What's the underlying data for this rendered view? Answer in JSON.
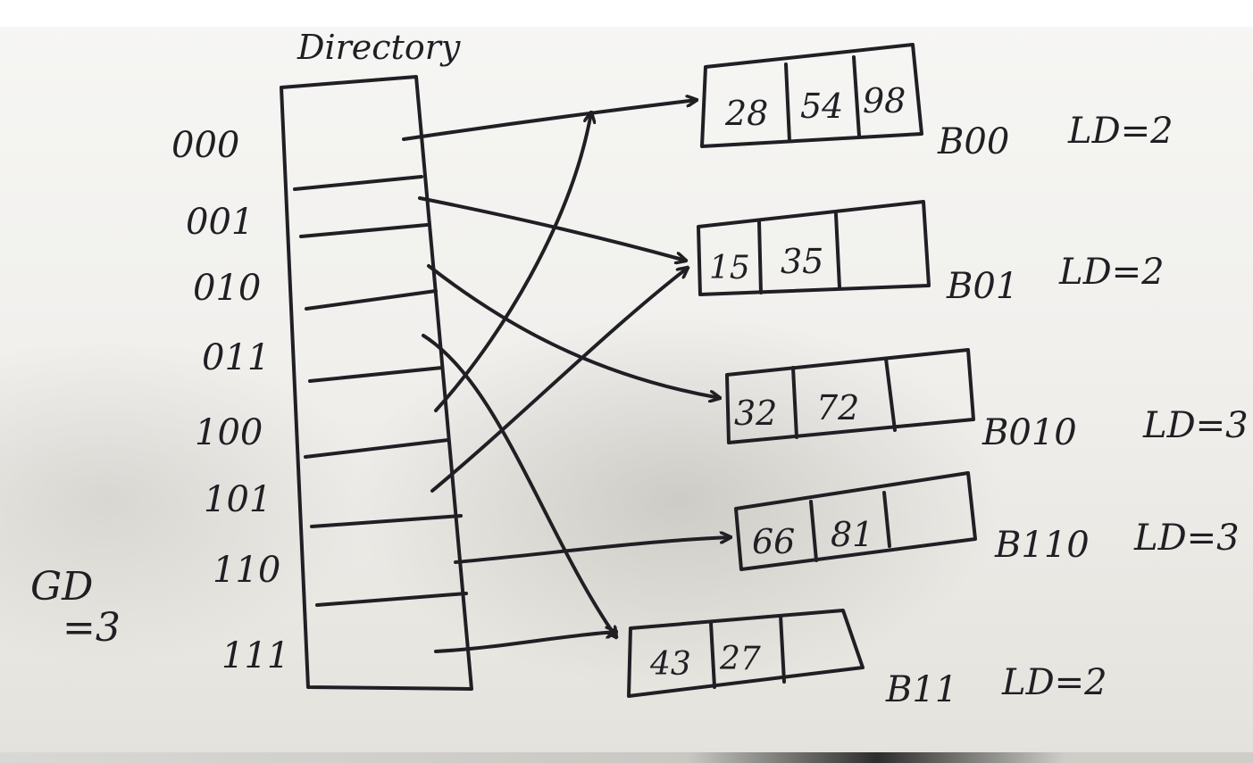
{
  "directory": {
    "title": "Directory",
    "entries": [
      "000",
      "001",
      "010",
      "011",
      "100",
      "101",
      "110",
      "111"
    ]
  },
  "global_depth": {
    "label": "GD",
    "value": "=3"
  },
  "buckets": [
    {
      "name": "B00",
      "ld": "LD=2",
      "values": [
        "28",
        "54",
        "98"
      ]
    },
    {
      "name": "B01",
      "ld": "LD=2",
      "values": [
        "15",
        "35",
        ""
      ]
    },
    {
      "name": "B010",
      "ld": "LD=3",
      "values": [
        "32",
        "72",
        ""
      ]
    },
    {
      "name": "B110",
      "ld": "LD=3",
      "values": [
        "66",
        "81",
        ""
      ]
    },
    {
      "name": "B11",
      "ld": "LD=2",
      "values": [
        "43",
        "27",
        ""
      ]
    }
  ],
  "pointers": [
    {
      "from": "000",
      "to": "B00"
    },
    {
      "from": "001",
      "to": "B01"
    },
    {
      "from": "010",
      "to": "B010"
    },
    {
      "from": "011",
      "to": "B11"
    },
    {
      "from": "100",
      "to": "B00"
    },
    {
      "from": "101",
      "to": "B01"
    },
    {
      "from": "110",
      "to": "B110"
    },
    {
      "from": "111",
      "to": "B11"
    }
  ]
}
